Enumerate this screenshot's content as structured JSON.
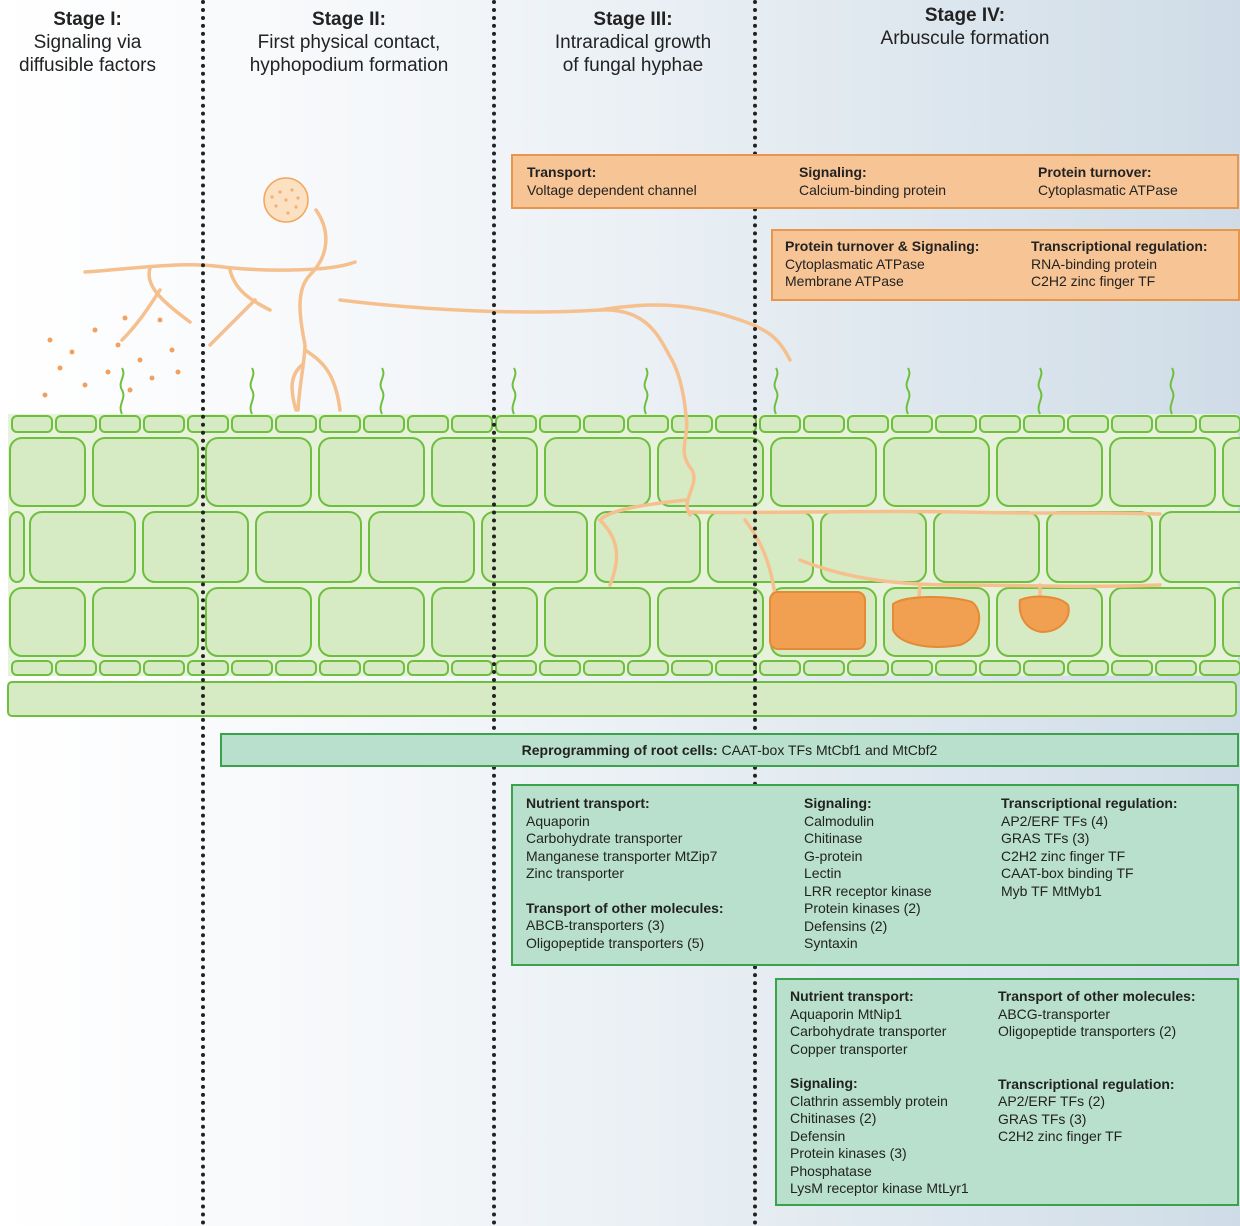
{
  "stages": [
    {
      "title": "Stage I:",
      "lines": [
        "Signaling via",
        "diffusible factors"
      ]
    },
    {
      "title": "Stage II:",
      "lines": [
        "First physical contact,",
        "hyphopodium formation"
      ]
    },
    {
      "title": "Stage III:",
      "lines": [
        "Intraradical growth",
        "of fungal hyphae"
      ]
    },
    {
      "title": "Stage IV:",
      "lines": [
        "Arbuscule formation"
      ]
    }
  ],
  "orange_box_1": {
    "transport": {
      "heading": "Transport:",
      "items": [
        "Voltage dependent channel"
      ]
    },
    "signaling": {
      "heading": "Signaling:",
      "items": [
        "Calcium-binding protein"
      ]
    },
    "turnover": {
      "heading": "Protein turnover:",
      "items": [
        "Cytoplasmatic ATPase"
      ]
    }
  },
  "orange_box_2": {
    "turnover_signaling": {
      "heading": "Protein turnover & Signaling:",
      "items": [
        "Cytoplasmatic ATPase",
        "Membrane ATPase"
      ]
    },
    "transcription": {
      "heading": "Transcriptional regulation:",
      "items": [
        "RNA-binding protein",
        "C2H2 zinc finger TF"
      ]
    }
  },
  "reprogramming": {
    "heading": "Reprogramming of root cells:",
    "text": " CAAT-box TFs MtCbf1 and MtCbf2"
  },
  "green_box_1": {
    "nutrient": {
      "heading": "Nutrient transport:",
      "items": [
        "Aquaporin",
        "Carbohydrate transporter",
        "Manganese transporter MtZip7",
        "Zinc transporter"
      ]
    },
    "other": {
      "heading": "Transport of other molecules:",
      "items": [
        "ABCB-transporters (3)",
        "Oligopeptide transporters (5)"
      ]
    },
    "signaling": {
      "heading": "Signaling:",
      "items": [
        "Calmodulin",
        "Chitinase",
        "G-protein",
        "Lectin",
        "LRR receptor kinase",
        "Protein kinases (2)",
        "Defensins (2)",
        "Syntaxin"
      ]
    },
    "transcription": {
      "heading": "Transcriptional regulation:",
      "items": [
        "AP2/ERF TFs (4)",
        "GRAS TFs (3)",
        "C2H2 zinc finger TF",
        "CAAT-box binding TF",
        "Myb TF MtMyb1"
      ]
    }
  },
  "green_box_2": {
    "nutrient": {
      "heading": "Nutrient transport:",
      "items": [
        "Aquaporin MtNip1",
        "Carbohydrate transporter",
        "Copper transporter"
      ]
    },
    "signaling": {
      "heading": "Signaling:",
      "items": [
        "Clathrin assembly protein",
        "Chitinases (2)",
        "Defensin",
        "Protein kinases (3)",
        "Phosphatase",
        "LysM receptor kinase MtLyr1"
      ]
    },
    "other": {
      "heading": "Transport of other molecules:",
      "items": [
        "ABCG-transporter",
        "Oligopeptide transporters (2)"
      ]
    },
    "transcription": {
      "heading": "Transcriptional regulation:",
      "items": [
        "AP2/ERF TFs (2)",
        "GRAS TFs (3)",
        "C2H2 zinc finger TF"
      ]
    }
  },
  "colors": {
    "cell_fill": "#d6ebc4",
    "cell_stroke": "#6fbf3e",
    "hyphae": "#f5c08e",
    "arbuscule": "#f0a050"
  }
}
